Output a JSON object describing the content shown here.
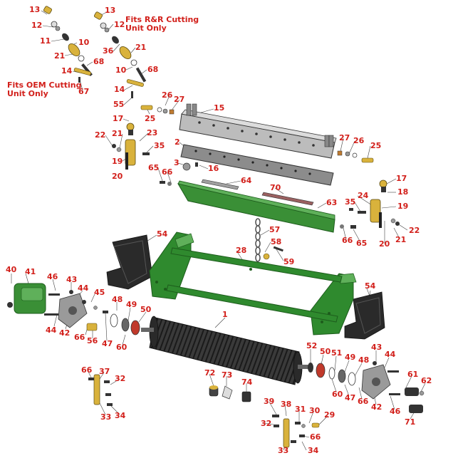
{
  "notes": {
    "rr": {
      "line1": "Fits R&R Cutting",
      "line2": "Unit Only"
    },
    "oem": {
      "line1": "Fits OEM Cutting",
      "line2": "Unit Only"
    }
  },
  "labels": {
    "l13a": "13",
    "l12a": "12",
    "l11": "11",
    "l10a": "10",
    "l21a": "21",
    "l68a": "68",
    "l14a": "14",
    "l67": "67",
    "l13b": "13",
    "l12b": "12",
    "l36": "36",
    "l21b": "21",
    "l10b": "10",
    "l68b": "68",
    "l14b": "14",
    "l55": "55",
    "l26a": "26",
    "l27a": "27",
    "l15": "15",
    "l17a": "17",
    "l25a": "25",
    "l22a": "22",
    "l21c": "21",
    "l23": "23",
    "l35a": "35",
    "l19a": "19",
    "l20a": "20",
    "l2": "2",
    "l3": "3",
    "l16": "16",
    "l65a": "65",
    "l66a": "66",
    "l27b": "27",
    "l26b": "26",
    "l25b": "25",
    "l64": "64",
    "l70": "70",
    "l63": "63",
    "l17b": "17",
    "l18": "18",
    "l24": "24",
    "l35b": "35",
    "l19b": "19",
    "l22b": "22",
    "l21d": "21",
    "l20b": "20",
    "l66b": "66",
    "l65b": "65",
    "l54a": "54",
    "l57": "57",
    "l58": "58",
    "l28": "28",
    "l59": "59",
    "l40": "40",
    "l41": "41",
    "l46a": "46",
    "l43a": "43",
    "l44a": "44",
    "l45": "45",
    "l48a": "48",
    "l49a": "49",
    "l50a": "50",
    "l54b": "54",
    "l1": "1",
    "l44b": "44",
    "l42a": "42",
    "l66c": "66",
    "l56": "56",
    "l47a": "47",
    "l60a": "60",
    "l52": "52",
    "l50b": "50",
    "l51": "51",
    "l49b": "49",
    "l48b": "48",
    "l43b": "43",
    "l44c": "44",
    "l60b": "60",
    "l47b": "47",
    "l66d": "66",
    "l42b": "42",
    "l46b": "46",
    "l61": "61",
    "l62": "62",
    "l71": "71",
    "l66e": "66",
    "l37": "37",
    "l32a": "32",
    "l33a": "33",
    "l34a": "34",
    "l72": "72",
    "l73": "73",
    "l74": "74",
    "l39": "39",
    "l38": "38",
    "l31": "31",
    "l30": "30",
    "l29": "29",
    "l32b": "32",
    "l66f": "66",
    "l33b": "33",
    "l34b": "34"
  },
  "colors": {
    "label": "#d2201b",
    "frame_green": "#2f8a2e",
    "frame_green_dark": "#1d5c1c",
    "brass": "#d9b23c",
    "steel": "#9a9a9a",
    "part_dark": "#2a2a2a",
    "gearbox_green": "#3a8f36"
  }
}
